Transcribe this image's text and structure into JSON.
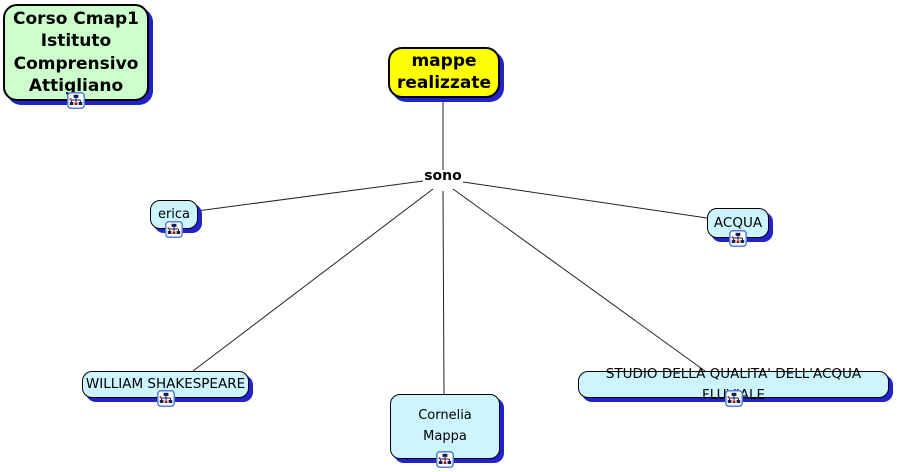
{
  "colors": {
    "background": "#ffffff",
    "title_node_fill": "#ccffcc",
    "main_concept_fill": "#ffff00",
    "child_node_fill": "#ccf5ff",
    "node_border": "#000000",
    "node_shadow": "#2222cc",
    "connector_line": "#222222",
    "resource_icon_border": "#4f81d6"
  },
  "map": {
    "title_node": {
      "label": "Corso Cmap1\nIstituto\nComprensivo\nAttigliano"
    },
    "main_concept": {
      "label": "mappe\nrealizzate"
    },
    "linking_phrase": {
      "label": "sono"
    },
    "children": [
      {
        "label": "erica"
      },
      {
        "label": "ACQUA"
      },
      {
        "label": "WILLIAM SHAKESPEARE"
      },
      {
        "label": "Cornelia\nMappa"
      },
      {
        "label": "STUDIO DELLA QUALITA' DELL'ACQUA FLUVIALE"
      }
    ],
    "edges": [
      {
        "from": "mappe realizzate",
        "to": "sono"
      },
      {
        "from": "sono",
        "to": "erica"
      },
      {
        "from": "sono",
        "to": "ACQUA"
      },
      {
        "from": "sono",
        "to": "WILLIAM SHAKESPEARE"
      },
      {
        "from": "sono",
        "to": "Cornelia Mappa"
      },
      {
        "from": "sono",
        "to": "STUDIO DELLA QUALITA' DELL'ACQUA FLUVIALE"
      }
    ],
    "icon": {
      "name": "cmap-resource-icon"
    }
  }
}
